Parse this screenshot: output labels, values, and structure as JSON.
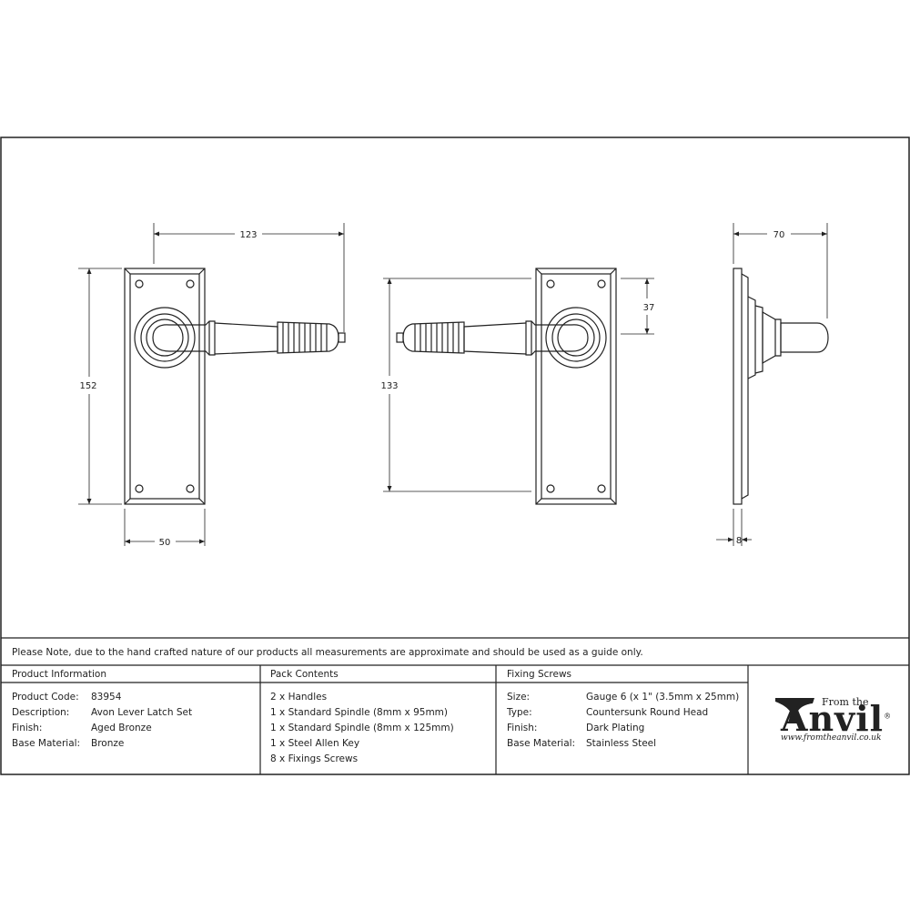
{
  "dimensions": {
    "front_width_total": "123",
    "front_height": "152",
    "front_plate_width": "50",
    "back_height": "133",
    "back_offset": "37",
    "side_projection": "70",
    "side_thickness": "8"
  },
  "note": "Please Note, due to the hand crafted nature of our products all measurements are approximate and should be used as a guide only.",
  "product_information": {
    "heading": "Product Information",
    "rows": [
      {
        "label": "Product Code:",
        "value": "83954"
      },
      {
        "label": "Description:",
        "value": "Avon Lever Latch Set"
      },
      {
        "label": "Finish:",
        "value": "Aged Bronze"
      },
      {
        "label": "Base Material:",
        "value": "Bronze"
      }
    ]
  },
  "pack_contents": {
    "heading": "Pack Contents",
    "items": [
      "2 x Handles",
      "1 x Standard Spindle (8mm x 95mm)",
      "1 x Standard Spindle (8mm x 125mm)",
      "1 x Steel Allen Key",
      "8 x Fixings Screws"
    ]
  },
  "fixing_screws": {
    "heading": "Fixing Screws",
    "rows": [
      {
        "label": "Size:",
        "value": "Gauge 6 (x 1\" (3.5mm x 25mm)"
      },
      {
        "label": "Type:",
        "value": "Countersunk Round Head"
      },
      {
        "label": "Finish:",
        "value": "Dark Plating"
      },
      {
        "label": "Base Material:",
        "value": "Stainless Steel"
      }
    ]
  },
  "logo": {
    "from_the": "From the",
    "name": "Anvil",
    "registered": "®",
    "url": "www.fromtheanvil.co.uk"
  }
}
